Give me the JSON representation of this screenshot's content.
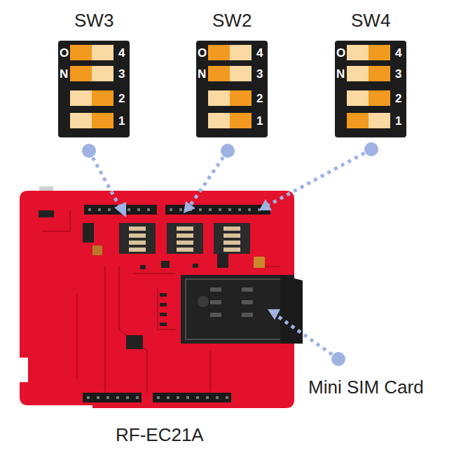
{
  "diagram": {
    "nodes": [
      {
        "text": [
          "SW3",
          "O",
          "N",
          "4",
          "3",
          "2",
          "1"
        ]
      },
      {
        "text": [
          "SW2",
          "O",
          "N",
          "4",
          "3",
          "2",
          "1"
        ]
      },
      {
        "text": [
          "SW4",
          "O",
          "N",
          "4",
          "3",
          "2",
          "1"
        ]
      }
    ],
    "labels": [
      "Mini SIM Card",
      "RF-EC21A"
    ]
  }
}
